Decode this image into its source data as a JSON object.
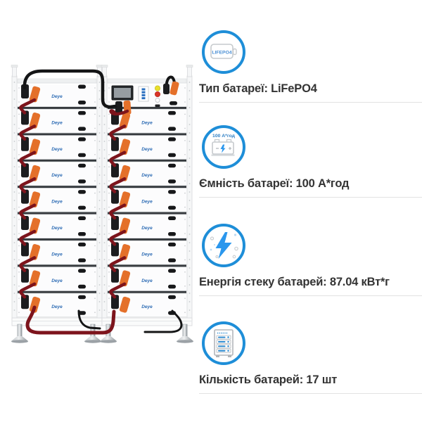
{
  "info_panel": {
    "accent_color": "#1e8ed8",
    "text_color": "#333333",
    "divider_color": "#e2e2e2",
    "items": [
      {
        "id": "battery-type",
        "icon": "lifepo4-battery-icon",
        "icon_text": "LIFEPO4",
        "label": "Тип батареї: LiFePO4"
      },
      {
        "id": "battery-capacity",
        "icon": "capacity-battery-icon",
        "icon_text": "100 А*год",
        "label": "Ємність батареї: 100 А*год"
      },
      {
        "id": "stack-energy",
        "icon": "lightning-icon",
        "icon_text": "",
        "label": "Енергія стеку батарей: 87.04 кВт*г"
      },
      {
        "id": "battery-count",
        "icon": "battery-cabinet-icon",
        "icon_text": "",
        "label": "Кількість батарей: 17 шт"
      }
    ]
  },
  "stack_image": {
    "brand_label": "Deye",
    "towers": [
      {
        "name": "battery-tower-left",
        "modules": 9,
        "control": false
      },
      {
        "name": "battery-tower-right",
        "modules": 8,
        "control": true
      }
    ],
    "colors": {
      "module_face": "#fcfcfd",
      "module_border": "#dfe1e3",
      "gap": "#35393d",
      "gap_edge": "#83898d",
      "connector_black": "#1c1d1f",
      "connector_orange": "#e4702a",
      "cable_red": "#7d141c",
      "cable_black": "#141516",
      "brand_blue": "#2f6db5",
      "rail": "#f5f6f7",
      "rail_border": "#d7d9db",
      "screen": "#26292c",
      "screen_inner": "#969da2",
      "breaker_blue": "#2a6fc0",
      "btn_yellow": "#e9df2b",
      "btn_red": "#d93427",
      "btn_white": "#ffffff"
    }
  }
}
